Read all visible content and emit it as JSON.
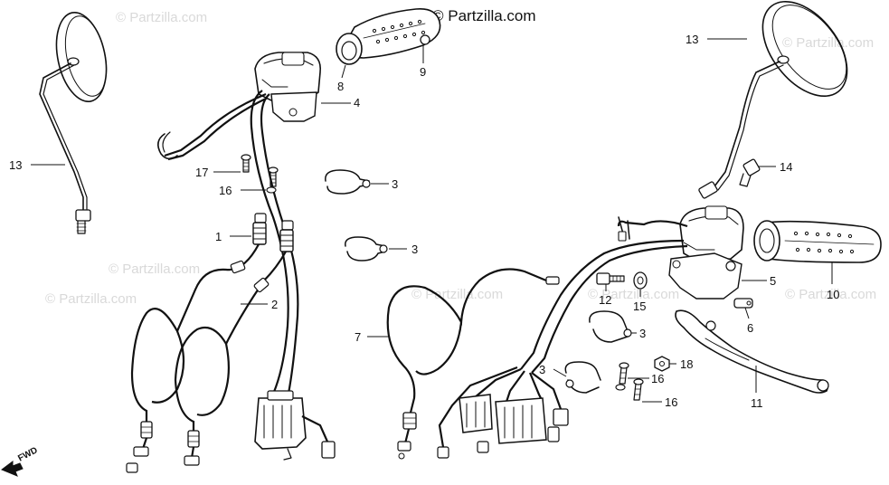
{
  "watermark": {
    "main": "© Partzilla.com",
    "faint": "© Partzilla.com"
  },
  "direction_indicator": "FWD",
  "callouts": {
    "c13_left": "13",
    "c17": "17",
    "c16_upper": "16",
    "c1": "1",
    "c2": "2",
    "c8": "8",
    "c9": "9",
    "c4": "4",
    "c3_a": "3",
    "c3_b": "3",
    "c7": "7",
    "c12": "12",
    "c15": "15",
    "c3_c": "3",
    "c3_d": "3",
    "c13_right": "13",
    "c14": "14",
    "c5": "5",
    "c6": "6",
    "c10": "10",
    "c18": "18",
    "c16_lower_a": "16",
    "c16_lower_b": "16",
    "c11": "11"
  }
}
